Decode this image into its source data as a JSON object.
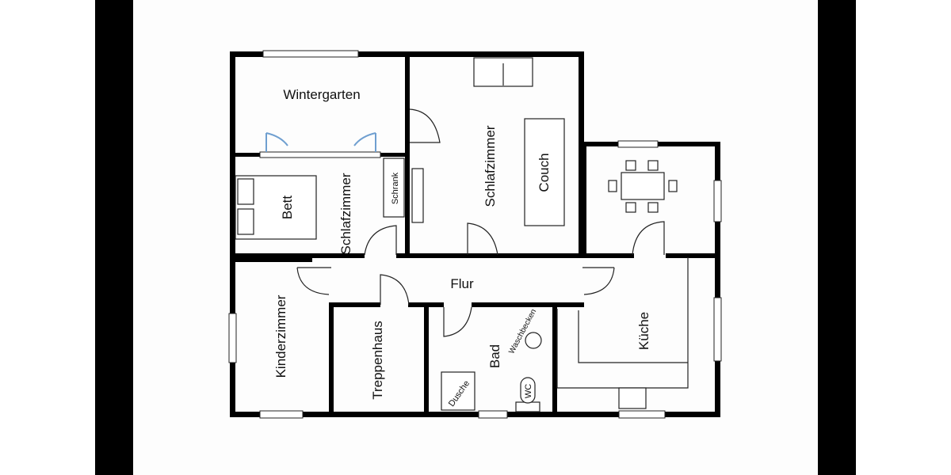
{
  "plan": {
    "rooms": {
      "wintergarten": "Wintergarten",
      "schlafzimmer_small": "Schlafzimmer",
      "schlafzimmer_large": "Schlafzimmer",
      "flur": "Flur",
      "kinderzimmer": "Kinderzimmer",
      "treppenhaus": "Treppenhaus",
      "bad": "Bad",
      "kueche": "Küche"
    },
    "furniture": {
      "bett": "Bett",
      "schrank": "Schrank",
      "couch": "Couch",
      "waschbecken": "Waschbecken",
      "dusche": "Dusche",
      "wc": "WC"
    }
  },
  "colors": {
    "wall": "#000000",
    "frame": "#000000",
    "paper": "#fdfdfd",
    "glass_door": "#6f9fd0"
  }
}
